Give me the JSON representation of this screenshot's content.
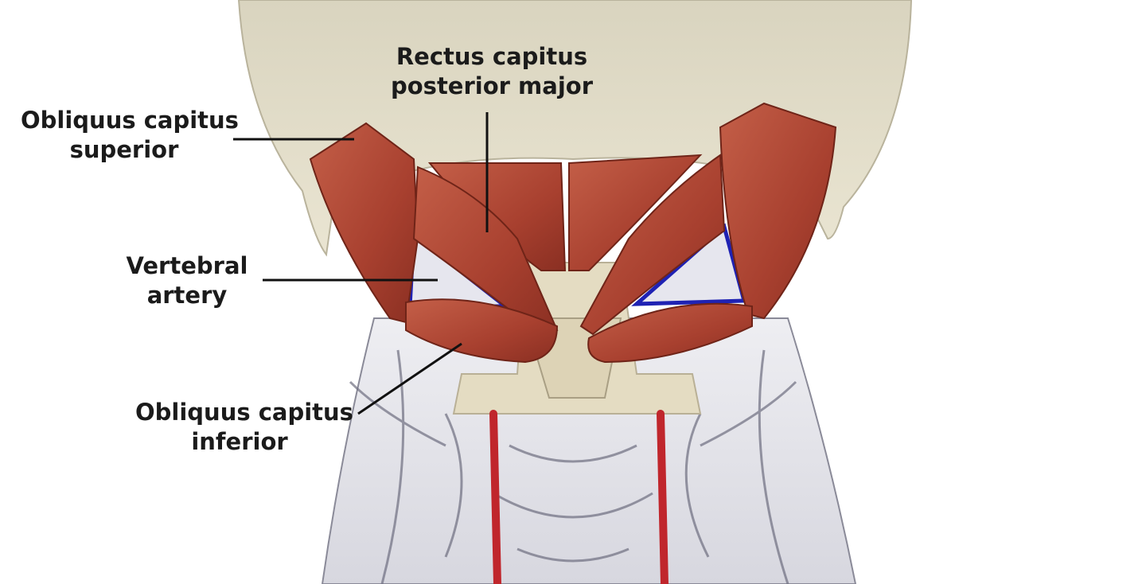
{
  "labels": {
    "obliquus_superior": {
      "line1": "Obliquus capitus",
      "line2": "superior"
    },
    "rectus_major": {
      "line1": "Rectus capitus",
      "line2": "posterior major"
    },
    "vertebral_artery": {
      "line1": "Vertebral",
      "line2": "artery"
    },
    "obliquus_inferior": {
      "line1": "Obliquus capitus",
      "line2": "inferior"
    }
  },
  "colors": {
    "muscle": "#b04a3a",
    "bone": "#e7e0c8",
    "artery": "#c0262c",
    "triangle_outline": "#1f22b3",
    "leader_line": "#111111"
  }
}
